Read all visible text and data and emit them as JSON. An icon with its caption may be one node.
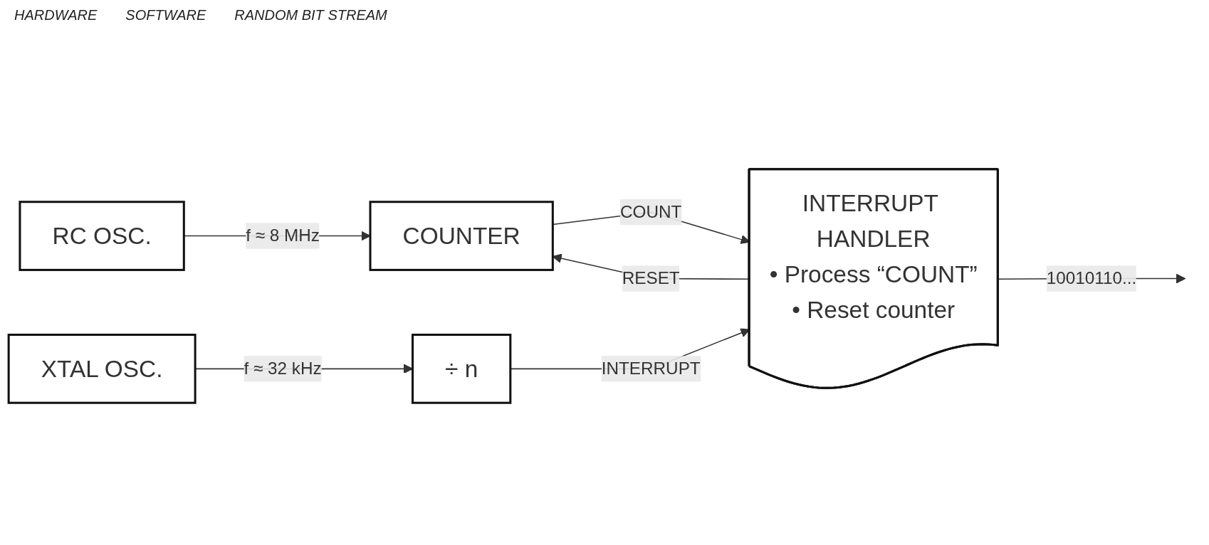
{
  "diagram": {
    "nodes": [
      {
        "text": [
          "RC OSC."
        ]
      },
      {
        "text": [
          "COUNTER"
        ]
      },
      {
        "text": [
          "XTAL OSC."
        ]
      },
      {
        "text": [
          "÷ n"
        ]
      },
      {
        "text": [
          "INTERRUPT HANDLER",
          "• Process “COUNT”",
          "• Reset counter"
        ]
      }
    ],
    "edges": [
      {
        "from": 0,
        "to": 1,
        "arrow": "to",
        "label": "f ≈ 8 MHz"
      },
      {
        "from": 1,
        "to": 4,
        "arrow": "to",
        "label": "COUNT"
      },
      {
        "from": 4,
        "to": 1,
        "arrow": "to",
        "label": "RESET"
      },
      {
        "from": 2,
        "to": 3,
        "arrow": "to",
        "label": "f ≈ 32 kHz"
      },
      {
        "from": 3,
        "to": 4,
        "arrow": "to",
        "label": "INTERRUPT"
      },
      {
        "from": 4,
        "to": null,
        "arrow": "to",
        "label": "10010110..."
      }
    ],
    "labels": [
      "HARDWARE",
      "SOFTWARE",
      "RANDOM BIT STREAM"
    ]
  }
}
